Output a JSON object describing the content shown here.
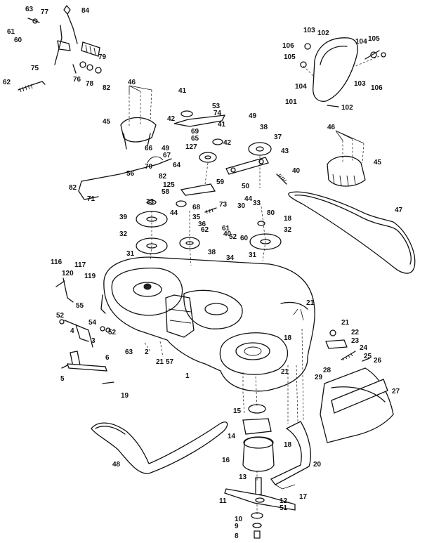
{
  "callouts": [
    {
      "id": "63",
      "text": "63"
    },
    {
      "id": "84",
      "text": "84"
    },
    {
      "id": "77",
      "text": "77"
    },
    {
      "id": "61",
      "text": "61"
    },
    {
      "id": "60",
      "text": "60"
    },
    {
      "id": "79",
      "text": "79"
    },
    {
      "id": "75",
      "text": "75"
    },
    {
      "id": "76",
      "text": "76"
    },
    {
      "id": "78",
      "text": "78"
    },
    {
      "id": "82a",
      "text": "82"
    },
    {
      "id": "62",
      "text": "62"
    },
    {
      "id": "106a",
      "text": "106"
    },
    {
      "id": "103a",
      "text": "103"
    },
    {
      "id": "102a",
      "text": "102"
    },
    {
      "id": "105a",
      "text": "105"
    },
    {
      "id": "104a",
      "text": "104"
    },
    {
      "id": "105b",
      "text": "105"
    },
    {
      "id": "104b",
      "text": "104"
    },
    {
      "id": "103b",
      "text": "103"
    },
    {
      "id": "106b",
      "text": "106"
    },
    {
      "id": "101",
      "text": "101"
    },
    {
      "id": "102b",
      "text": "102"
    },
    {
      "id": "46a",
      "text": "46"
    },
    {
      "id": "41a",
      "text": "41"
    },
    {
      "id": "53",
      "text": "53"
    },
    {
      "id": "74",
      "text": "74"
    },
    {
      "id": "42a",
      "text": "42"
    },
    {
      "id": "45a",
      "text": "45"
    },
    {
      "id": "69",
      "text": "69"
    },
    {
      "id": "65",
      "text": "65"
    },
    {
      "id": "127",
      "text": "127"
    },
    {
      "id": "41b",
      "text": "41"
    },
    {
      "id": "42b",
      "text": "42"
    },
    {
      "id": "49",
      "text": "49"
    },
    {
      "id": "38",
      "text": "38"
    },
    {
      "id": "37",
      "text": "37"
    },
    {
      "id": "43",
      "text": "43"
    },
    {
      "id": "46b",
      "text": "46"
    },
    {
      "id": "45b",
      "text": "45"
    },
    {
      "id": "66",
      "text": "66"
    },
    {
      "id": "49b",
      "text": "49"
    },
    {
      "id": "67",
      "text": "67"
    },
    {
      "id": "70",
      "text": "70"
    },
    {
      "id": "82b",
      "text": "82"
    },
    {
      "id": "64",
      "text": "64"
    },
    {
      "id": "56",
      "text": "56"
    },
    {
      "id": "82c",
      "text": "82"
    },
    {
      "id": "71",
      "text": "71"
    },
    {
      "id": "125",
      "text": "125"
    },
    {
      "id": "58",
      "text": "58"
    },
    {
      "id": "59",
      "text": "59"
    },
    {
      "id": "50",
      "text": "50"
    },
    {
      "id": "40",
      "text": "40"
    },
    {
      "id": "44a",
      "text": "44"
    },
    {
      "id": "33a",
      "text": "33"
    },
    {
      "id": "44b",
      "text": "44"
    },
    {
      "id": "68",
      "text": "68"
    },
    {
      "id": "73",
      "text": "73"
    },
    {
      "id": "30",
      "text": "30"
    },
    {
      "id": "33b",
      "text": "33"
    },
    {
      "id": "80",
      "text": "80"
    },
    {
      "id": "47",
      "text": "47"
    },
    {
      "id": "39",
      "text": "39"
    },
    {
      "id": "35",
      "text": "35"
    },
    {
      "id": "36",
      "text": "36"
    },
    {
      "id": "62b",
      "text": "62"
    },
    {
      "id": "40b",
      "text": "40"
    },
    {
      "id": "18a",
      "text": "18"
    },
    {
      "id": "32a",
      "text": "32"
    },
    {
      "id": "61b",
      "text": "61"
    },
    {
      "id": "52a",
      "text": "52"
    },
    {
      "id": "60b",
      "text": "60"
    },
    {
      "id": "32b",
      "text": "32"
    },
    {
      "id": "31a",
      "text": "31"
    },
    {
      "id": "38b",
      "text": "38"
    },
    {
      "id": "34",
      "text": "34"
    },
    {
      "id": "31b",
      "text": "31"
    },
    {
      "id": "116",
      "text": "116"
    },
    {
      "id": "117",
      "text": "117"
    },
    {
      "id": "120",
      "text": "120"
    },
    {
      "id": "119",
      "text": "119"
    },
    {
      "id": "21a",
      "text": "21"
    },
    {
      "id": "55",
      "text": "55"
    },
    {
      "id": "52b",
      "text": "52"
    },
    {
      "id": "54",
      "text": "54"
    },
    {
      "id": "4",
      "text": "4"
    },
    {
      "id": "52c",
      "text": "52"
    },
    {
      "id": "3",
      "text": "3"
    },
    {
      "id": "21b",
      "text": "21"
    },
    {
      "id": "22",
      "text": "22"
    },
    {
      "id": "23",
      "text": "23"
    },
    {
      "id": "24",
      "text": "24"
    },
    {
      "id": "25",
      "text": "25"
    },
    {
      "id": "26",
      "text": "26"
    },
    {
      "id": "18b",
      "text": "18"
    },
    {
      "id": "63b",
      "text": "63"
    },
    {
      "id": "2",
      "text": "2"
    },
    {
      "id": "21c",
      "text": "21"
    },
    {
      "id": "57",
      "text": "57"
    },
    {
      "id": "6",
      "text": "6"
    },
    {
      "id": "5",
      "text": "5"
    },
    {
      "id": "1",
      "text": "1"
    },
    {
      "id": "21d",
      "text": "21"
    },
    {
      "id": "28",
      "text": "28"
    },
    {
      "id": "29",
      "text": "29"
    },
    {
      "id": "27",
      "text": "27"
    },
    {
      "id": "19",
      "text": "19"
    },
    {
      "id": "15",
      "text": "15"
    },
    {
      "id": "14",
      "text": "14"
    },
    {
      "id": "16",
      "text": "16"
    },
    {
      "id": "18c",
      "text": "18"
    },
    {
      "id": "20",
      "text": "20"
    },
    {
      "id": "48",
      "text": "48"
    },
    {
      "id": "13",
      "text": "13"
    },
    {
      "id": "17",
      "text": "17"
    },
    {
      "id": "11",
      "text": "11"
    },
    {
      "id": "12",
      "text": "12"
    },
    {
      "id": "51",
      "text": "51"
    },
    {
      "id": "10",
      "text": "10"
    },
    {
      "id": "9",
      "text": "9"
    },
    {
      "id": "8",
      "text": "8"
    }
  ]
}
